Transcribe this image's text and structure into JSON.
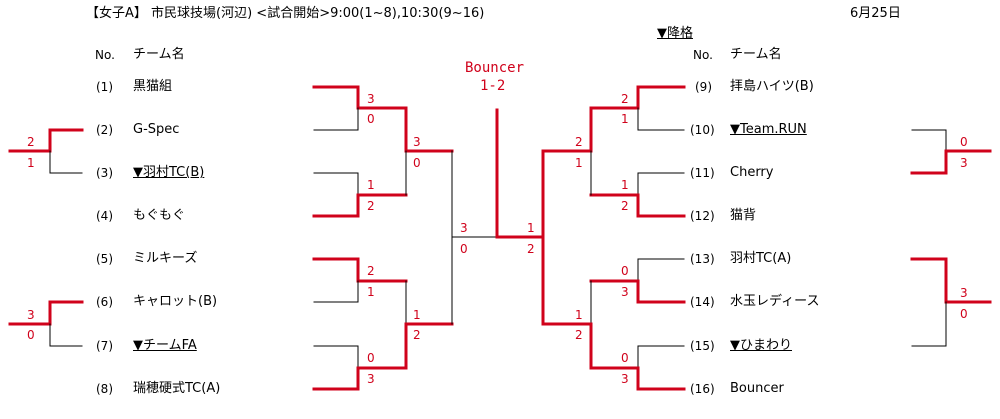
{
  "header": {
    "title": "【女子A】 市民球技場(河辺) <試合開始>9:00(1~8),10:30(9~16)",
    "date": "6月25日",
    "relegation": "▼降格"
  },
  "columns": {
    "left_no": "No.",
    "left_team": "チーム名",
    "right_no": "No.",
    "right_team": "チーム名"
  },
  "final": {
    "winner": "Bouncer",
    "score": "1-2"
  },
  "left_teams": [
    {
      "no": "(1)",
      "name": "黒猫組"
    },
    {
      "no": "(2)",
      "name": "G-Spec"
    },
    {
      "no": "(3)",
      "name": "▼羽村TC(B)"
    },
    {
      "no": "(4)",
      "name": "もぐもぐ"
    },
    {
      "no": "(5)",
      "name": "ミルキーズ"
    },
    {
      "no": "(6)",
      "name": "キャロット(B)"
    },
    {
      "no": "(7)",
      "name": "▼チームFA"
    },
    {
      "no": "(8)",
      "name": "瑞穂硬式TC(A)"
    }
  ],
  "right_teams": [
    {
      "no": "(9)",
      "name": "拝島ハイツ(B)"
    },
    {
      "no": "(10)",
      "name": "▼Team.RUN"
    },
    {
      "no": "(11)",
      "name": "Cherry"
    },
    {
      "no": "(12)",
      "name": "猫背"
    },
    {
      "no": "(13)",
      "name": "羽村TC(A)"
    },
    {
      "no": "(14)",
      "name": "水玉レディース"
    },
    {
      "no": "(15)",
      "name": "▼ひまわり"
    },
    {
      "no": "(16)",
      "name": "Bouncer"
    }
  ],
  "scores": {
    "r1_1v2": [
      "3",
      "0"
    ],
    "r1_3v4": [
      "1",
      "2"
    ],
    "r1_5v6": [
      "2",
      "1"
    ],
    "r1_7v8": [
      "0",
      "3"
    ],
    "r2_left_top": [
      "3",
      "0"
    ],
    "r2_left_bottom": [
      "1",
      "2"
    ],
    "left_semi": [
      "3",
      "0"
    ],
    "final": [
      "1",
      "2"
    ],
    "r1_9v10": [
      "2",
      "1"
    ],
    "r1_11v12": [
      "1",
      "2"
    ],
    "r1_13v14": [
      "0",
      "3"
    ],
    "r1_15v16": [
      "0",
      "3"
    ],
    "r2_right_top": [
      "2",
      "1"
    ],
    "r2_right_bottom": [
      "1",
      "2"
    ],
    "playoff_left_1": [
      "2",
      "1"
    ],
    "playoff_left_2": [
      "3",
      "0"
    ],
    "playoff_right_1": [
      "0",
      "3"
    ],
    "playoff_right_2": [
      "3",
      "0"
    ]
  },
  "colors": {
    "win_line": "#d0021b",
    "line": "#000000",
    "text": "#000000"
  }
}
